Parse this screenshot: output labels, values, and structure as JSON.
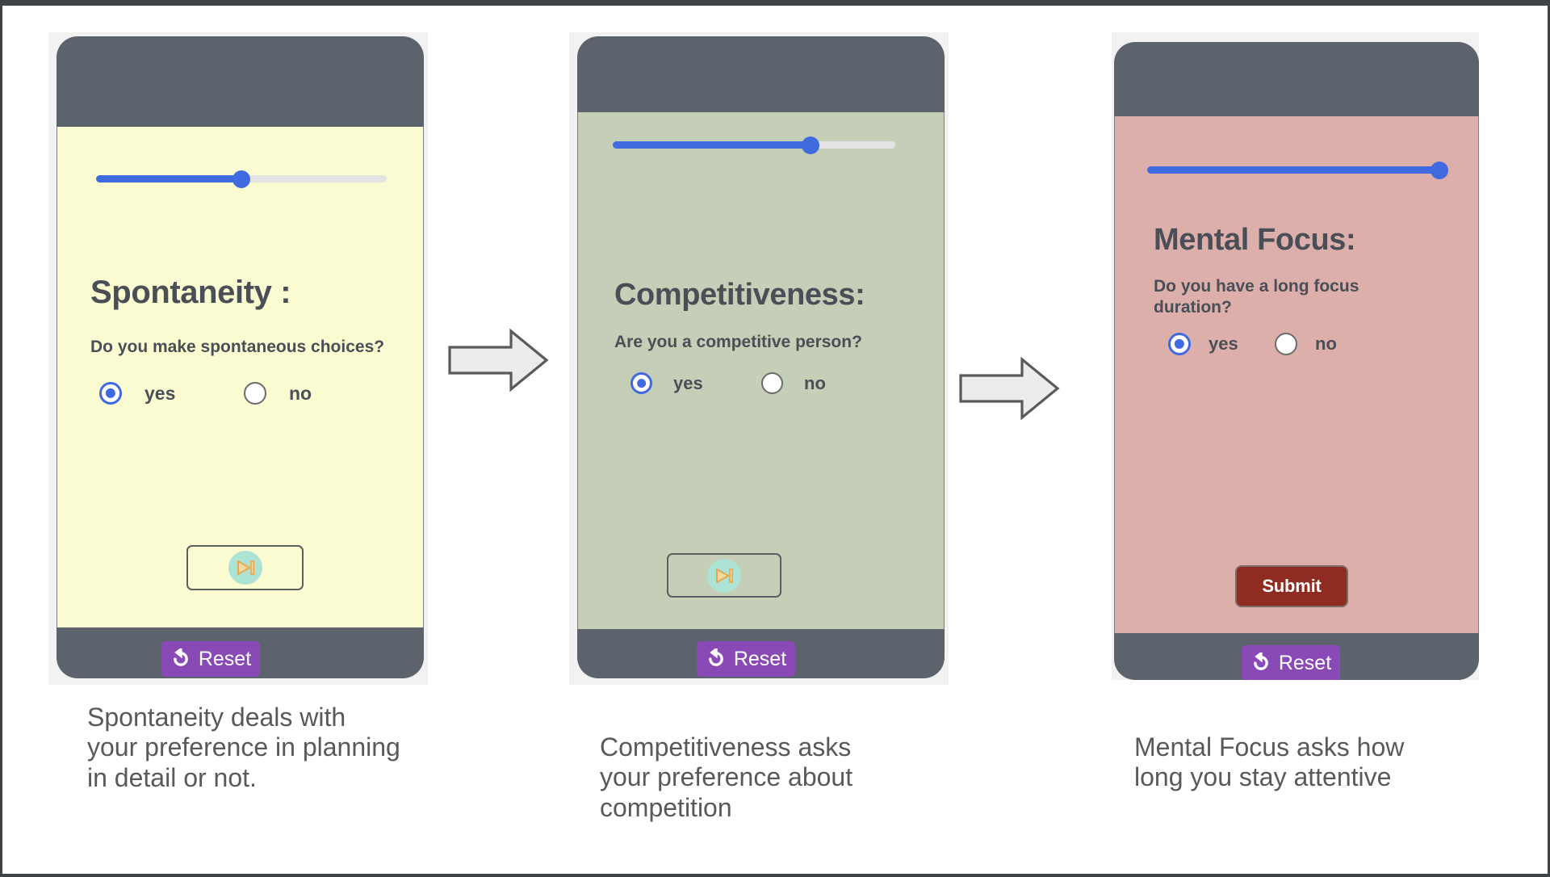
{
  "theme": {
    "frame_border": "#3f4247",
    "page_bg": "#ffffff",
    "phone_body": "#5c636d",
    "slider_fill": "#3f6ae0",
    "slider_track": "#e3e3e3",
    "radio_accent": "#3f6ae0",
    "reset_bg": "#8a4ab5",
    "submit_bg": "#8e2c21",
    "next_circle": "#ace3d4",
    "next_glyph": "#f0c173",
    "arrow_fill": "#ececec",
    "arrow_stroke": "#5a5a5a",
    "heading_color": "#4a4f57",
    "caption_color": "#59595c"
  },
  "panels": [
    {
      "id": "spontaneity",
      "screen_bg": "#fbfbd2",
      "slider": {
        "label": "progress-slider",
        "value": 50,
        "min": 0,
        "max": 100
      },
      "title": "Spontaneity :",
      "question": "Do you make spontaneous choices?",
      "options": [
        {
          "label": "yes",
          "selected": true
        },
        {
          "label": "no",
          "selected": false
        }
      ],
      "primary_action": {
        "type": "next",
        "label": "",
        "icon": "skip-forward-icon"
      },
      "reset": {
        "label": "Reset",
        "icon": "refresh-icon"
      },
      "caption": "Spontaneity deals with your preference in planning in detail or not."
    },
    {
      "id": "competitiveness",
      "screen_bg": "#c5ceb6",
      "slider": {
        "label": "progress-slider",
        "value": 70,
        "min": 0,
        "max": 100
      },
      "title": "Competitiveness:",
      "question": "Are you a competitive person?",
      "options": [
        {
          "label": "yes",
          "selected": true
        },
        {
          "label": "no",
          "selected": false
        }
      ],
      "primary_action": {
        "type": "next",
        "label": "",
        "icon": "skip-forward-icon"
      },
      "reset": {
        "label": "Reset",
        "icon": "refresh-icon"
      },
      "caption": "Competitiveness asks your preference about competition"
    },
    {
      "id": "mental-focus",
      "screen_bg": "#dcafab",
      "slider": {
        "label": "progress-slider",
        "value": 100,
        "min": 0,
        "max": 100
      },
      "title": "Mental Focus:",
      "question": "Do you have a long focus duration?",
      "options": [
        {
          "label": "yes",
          "selected": true
        },
        {
          "label": "no",
          "selected": false
        }
      ],
      "primary_action": {
        "type": "submit",
        "label": "Submit",
        "icon": ""
      },
      "reset": {
        "label": "Reset",
        "icon": "refresh-icon"
      },
      "caption": "Mental Focus asks how long you stay attentive"
    }
  ],
  "arrows": [
    {
      "name": "flow-arrow-1",
      "direction": "right"
    },
    {
      "name": "flow-arrow-2",
      "direction": "right"
    }
  ]
}
